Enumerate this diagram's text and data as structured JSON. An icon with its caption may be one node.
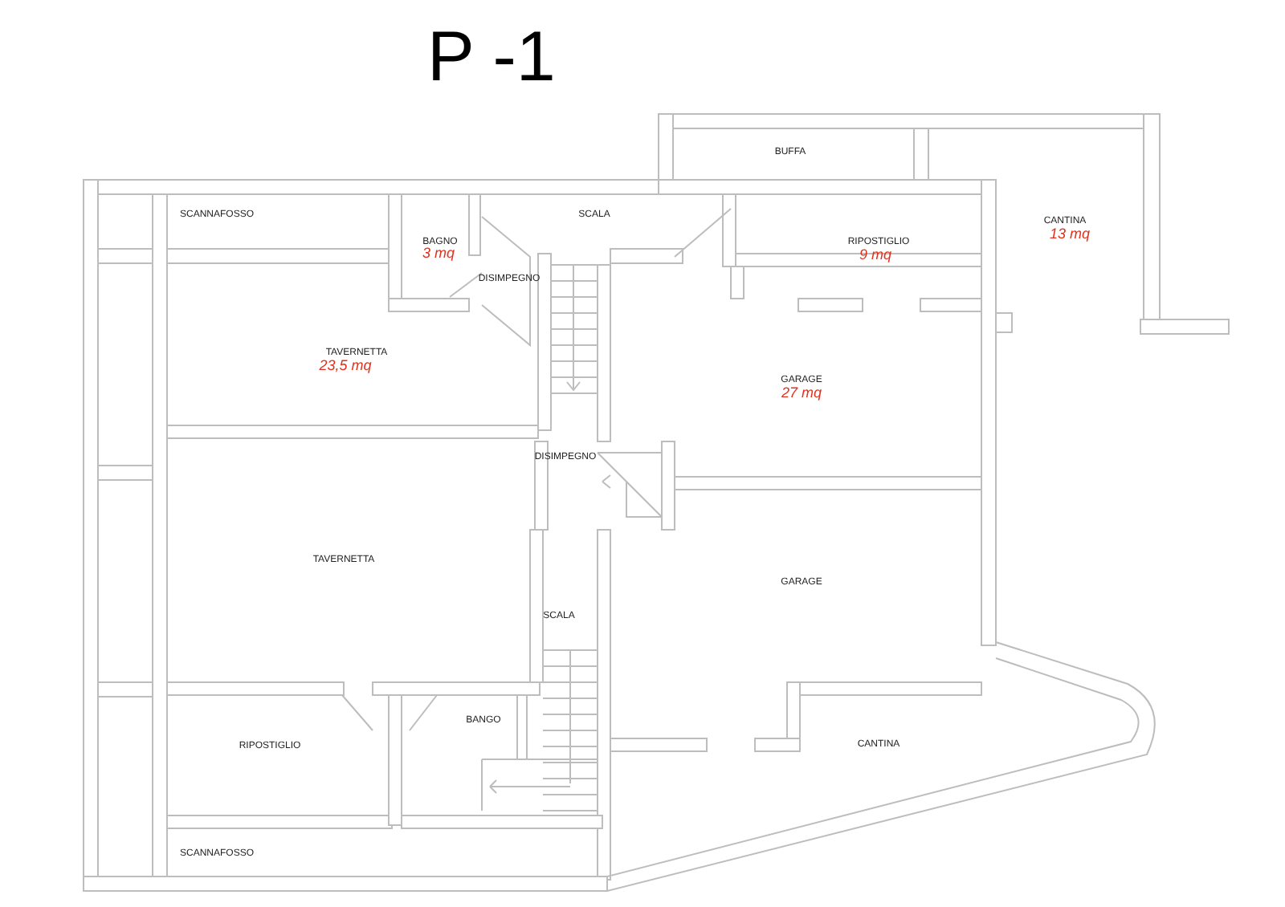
{
  "diagram": {
    "title": "P -1",
    "labels": [
      "BUFFA",
      "SCANNAFOSSO",
      "SCALA",
      "CANTINA",
      "13 mq",
      "RIPOSTIGLIO",
      "BAGNO",
      "3 mq",
      "9 mq",
      "DISIMPEGNO",
      "TAVERNETTA",
      "23,5 mq",
      "GARAGE",
      "27 mq",
      "DISIMPEGNO",
      "TAVERNETTA",
      "GARAGE",
      "SCALA",
      "BANGO",
      "CANTINA",
      "RIPOSTIGLIO",
      "SCANNAFOSSO"
    ]
  }
}
